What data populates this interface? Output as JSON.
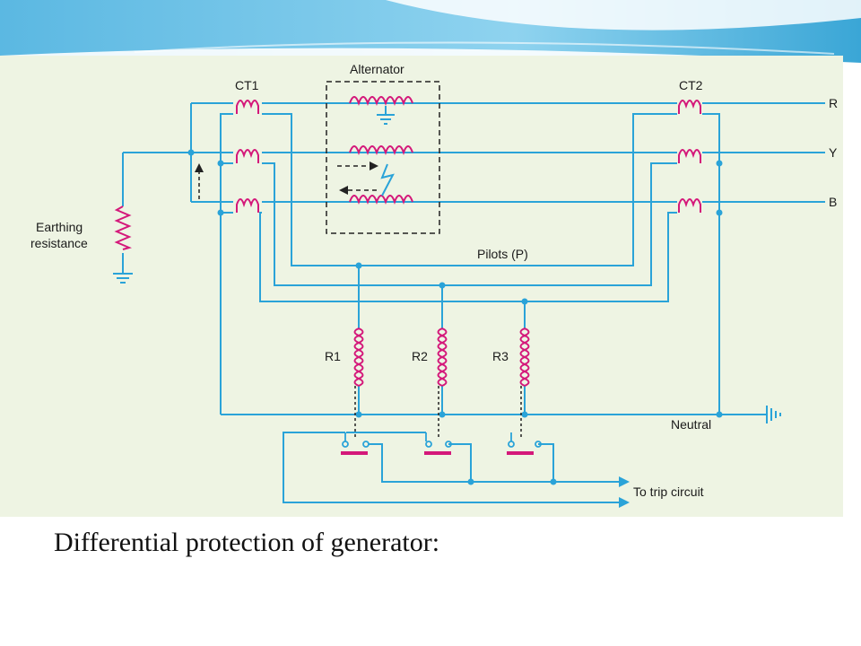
{
  "labels": {
    "alternator": "Alternator",
    "ct1": "CT1",
    "ct2": "CT2",
    "phase_r": "R",
    "phase_y": "Y",
    "phase_b": "B",
    "earthing_line1": "Earthing",
    "earthing_line2": "resistance",
    "pilots": "Pilots (P)",
    "relay1": "R1",
    "relay2": "R2",
    "relay3": "R3",
    "neutral": "Neutral",
    "trip": "To trip circuit"
  },
  "caption": "Differential protection of generator:",
  "colors": {
    "wire": "#2aa3d8",
    "coil": "#d4187a",
    "panel": "#eef4e3",
    "header": "#6cc3e6",
    "text": "#1a1a1a"
  }
}
